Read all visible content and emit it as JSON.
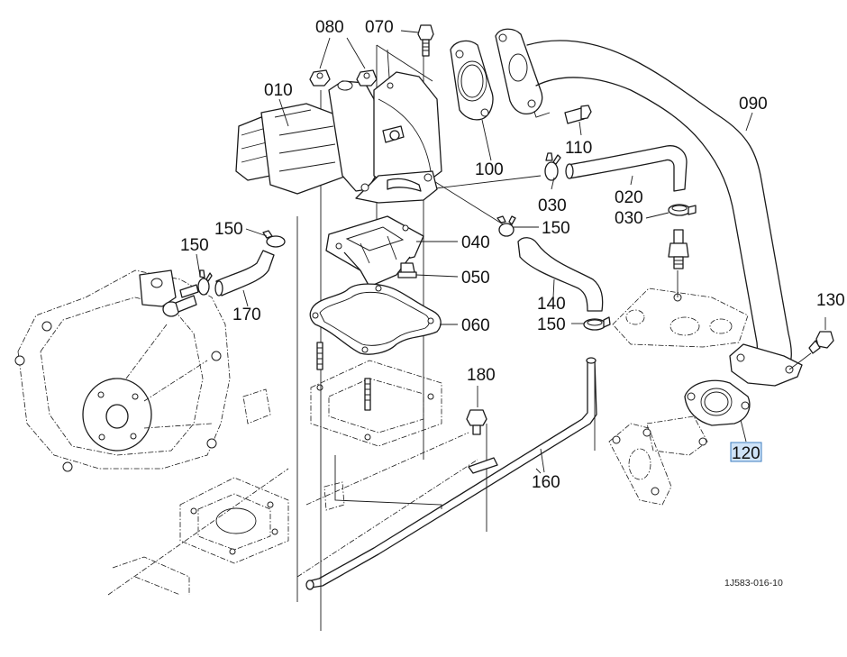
{
  "diagram": {
    "title": "EGR valve / EGR pipe parts diagram",
    "drawing_number": "1J583-016-10",
    "selected_callout": "120",
    "selection_color": "#cfe3f7",
    "callouts": [
      {
        "id": "010",
        "label": "010",
        "part": "EGR valve"
      },
      {
        "id": "020",
        "label": "020",
        "part": "Hose"
      },
      {
        "id": "030a",
        "label": "030",
        "part": "Hose clamp"
      },
      {
        "id": "030b",
        "label": "030",
        "part": "Hose clamp"
      },
      {
        "id": "040",
        "label": "040",
        "part": "Reed valve"
      },
      {
        "id": "050",
        "label": "050",
        "part": "Bolt"
      },
      {
        "id": "060",
        "label": "060",
        "part": "Gasket"
      },
      {
        "id": "070",
        "label": "070",
        "part": "Bolt"
      },
      {
        "id": "080",
        "label": "080",
        "part": "Nut"
      },
      {
        "id": "090",
        "label": "090",
        "part": "EGR pipe"
      },
      {
        "id": "100",
        "label": "100",
        "part": "Gasket"
      },
      {
        "id": "110",
        "label": "110",
        "part": "Bolt"
      },
      {
        "id": "120",
        "label": "120",
        "part": "Gasket"
      },
      {
        "id": "130",
        "label": "130",
        "part": "Bolt"
      },
      {
        "id": "140",
        "label": "140",
        "part": "Hose"
      },
      {
        "id": "150a",
        "label": "150",
        "part": "Hose clamp"
      },
      {
        "id": "150b",
        "label": "150",
        "part": "Hose clamp"
      },
      {
        "id": "150c",
        "label": "150",
        "part": "Hose clamp"
      },
      {
        "id": "150d",
        "label": "150",
        "part": "Hose clamp"
      },
      {
        "id": "160",
        "label": "160",
        "part": "Pipe"
      },
      {
        "id": "170",
        "label": "170",
        "part": "Hose"
      },
      {
        "id": "180",
        "label": "180",
        "part": "Bolt"
      }
    ]
  }
}
